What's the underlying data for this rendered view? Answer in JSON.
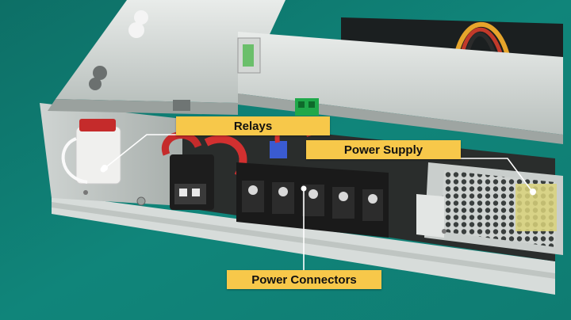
{
  "labels": {
    "relays": "Relays",
    "power_supply": "Power Supply",
    "power_connectors": "Power Connectors"
  },
  "colors": {
    "background": "#0f7f74",
    "label_fill": "#f7c84a",
    "label_text": "#111111",
    "leader_line": "#ffffff"
  }
}
